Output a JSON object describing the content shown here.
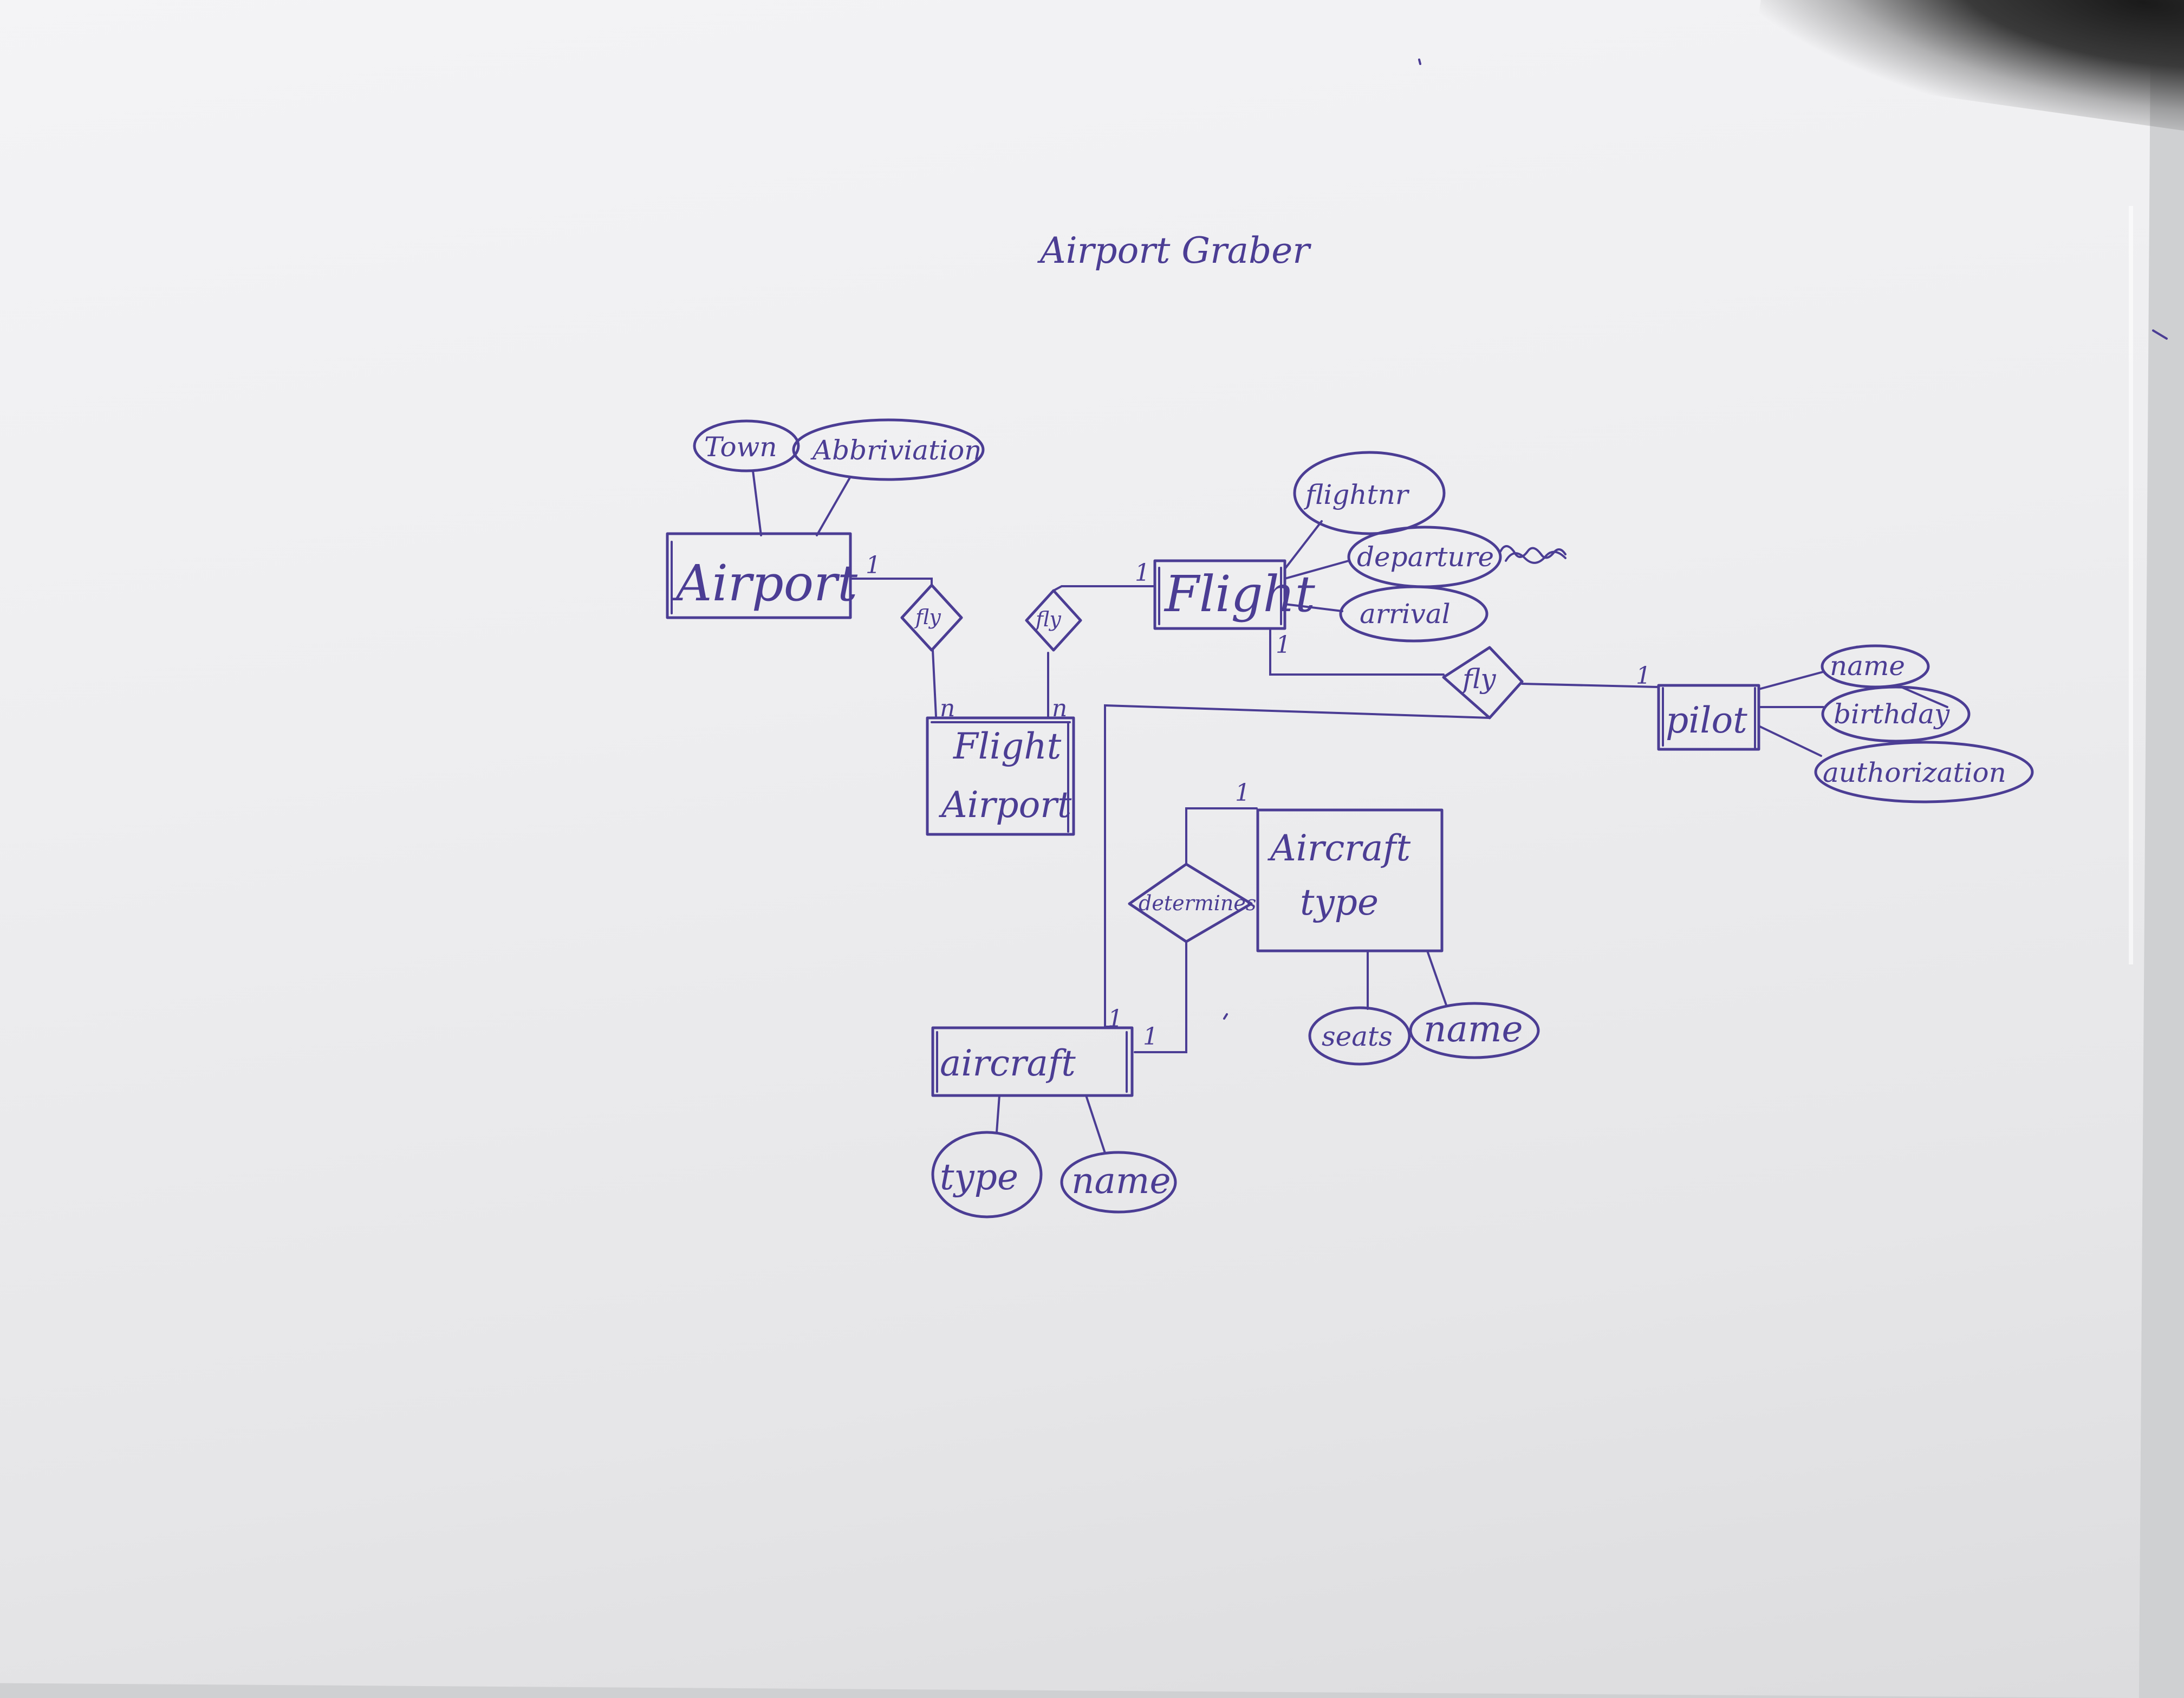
{
  "title": "Airport Graber",
  "entities": {
    "airport": "Airport",
    "flight": "Flight",
    "flight_airport": [
      "Flight",
      "Airport"
    ],
    "pilot": "pilot",
    "aircraft_type": [
      "Aircraft",
      "type"
    ],
    "aircraft": "aircraft"
  },
  "relationships": {
    "fly_airport": "fly",
    "fly_flight": "fly",
    "fly_pilot": "fly",
    "determines": "determines"
  },
  "attributes": {
    "town": "Town",
    "abbriviation": "Abbriviation",
    "flightnr": "flightnr",
    "departure": "departure",
    "arrival": "arrival",
    "pilot_name": "name",
    "birthday": "birthday",
    "authorization": "authorization",
    "seats": "seats",
    "aircraft_type_name": "name",
    "aircraft_attr_type": "type",
    "aircraft_name": "name"
  },
  "cardinalities": {
    "airport_fly": "1",
    "fly_flight_airport": "n",
    "flight_airport_fly": "n",
    "fly_flight": "1",
    "flight_fly_pilot": "1",
    "fly_pilot": "1",
    "aircraft_type_top": "1",
    "aircraft_fly": "1",
    "aircraft_determines": "1"
  },
  "ink_color": "#4b3d94"
}
